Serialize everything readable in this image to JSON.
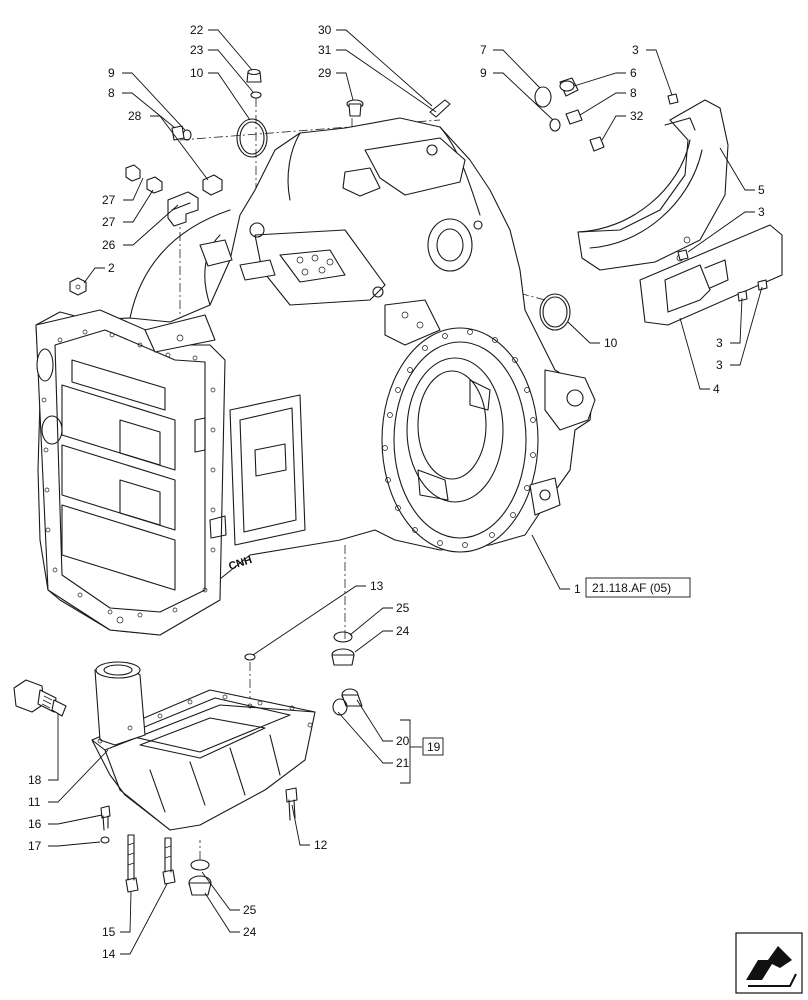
{
  "callouts": {
    "c22": "22",
    "c23": "23",
    "c10a": "10",
    "c9a": "9",
    "c8a": "8",
    "c28": "28",
    "c30": "30",
    "c31": "31",
    "c29": "29",
    "c7": "7",
    "c9b": "9",
    "c6": "6",
    "c8b": "8",
    "c32": "32",
    "c3a": "3",
    "c5": "5",
    "c3b": "3",
    "c27a": "27",
    "c27b": "27",
    "c26": "26",
    "c2": "2",
    "c10b": "10",
    "c3c": "3",
    "c3d": "3",
    "c4": "4",
    "c1": "1",
    "c13": "13",
    "c25a": "25",
    "c24a": "24",
    "c20": "20",
    "c21": "21",
    "c18": "18",
    "c11": "11",
    "c16": "16",
    "c17": "17",
    "c12": "12",
    "c15": "15",
    "c14": "14",
    "c25b": "25",
    "c24b": "24"
  },
  "references": {
    "main_ref": "21.118.AF (05)",
    "group_ref": "19"
  },
  "logo_text": "CNH",
  "navigation": {
    "icon": "next-page-arrow-icon"
  }
}
